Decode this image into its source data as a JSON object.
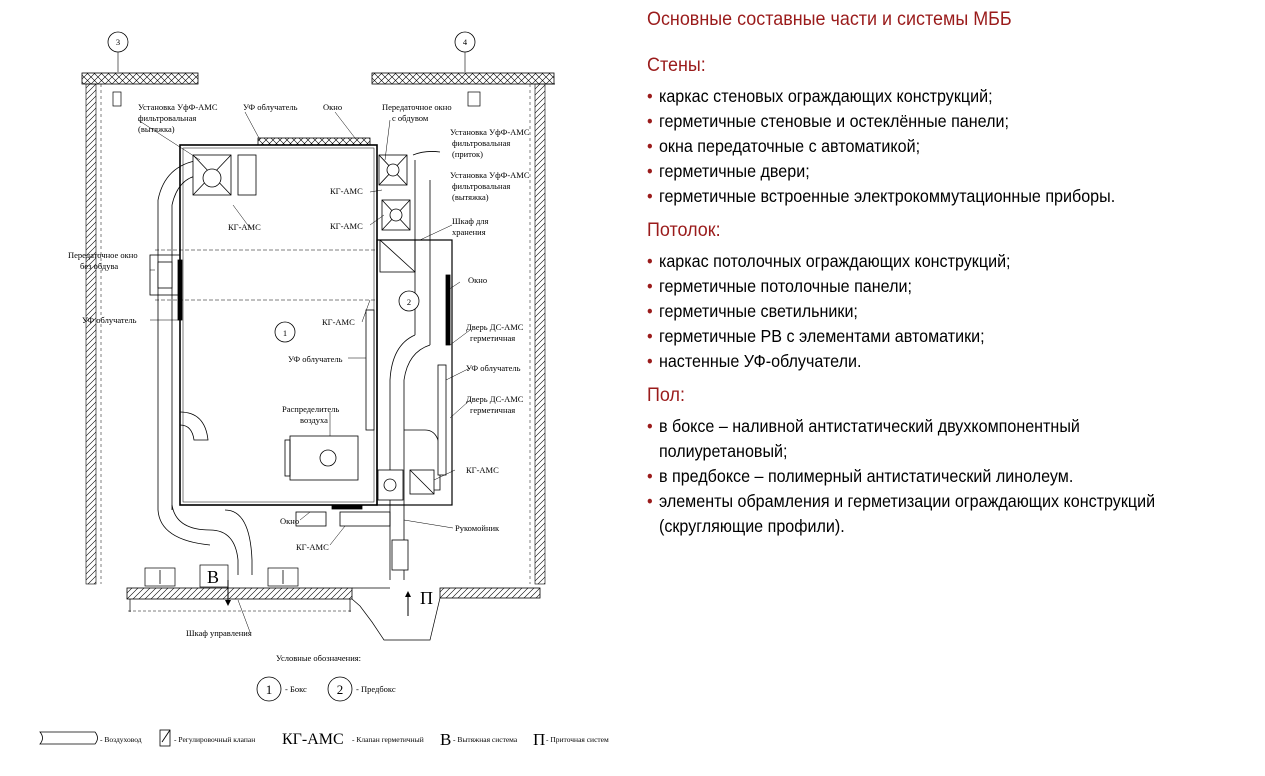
{
  "panel": {
    "title": "Основные составные части и системы МББ",
    "sections": [
      {
        "heading": "Стены:",
        "items": [
          "каркас стеновых ограждающих конструкций;",
          "герметичные стеновые и остеклённые панели;",
          "окна передаточные с автоматикой;",
          "герметичные двери;",
          "герметичные встроенные электрокоммутационные приборы."
        ]
      },
      {
        "heading": "Потолок:",
        "items": [
          "каркас потолочных ограждающих конструкций;",
          "герметичные потолочные панели;",
          "герметичные светильники;",
          "герметичные РВ с элементами автоматики;",
          "настенные УФ-облучатели."
        ]
      },
      {
        "heading": "Пол:",
        "items": [
          "в боксе – наливной антистатический двухкомпонентный полиуретановый;",
          "в предбоксе – полимерный антистатический линолеум.",
          "элементы обрамления и герметизации ограждающих конструкций (скругляющие профили)."
        ]
      }
    ]
  },
  "diagram": {
    "axes": [
      "3",
      "4"
    ],
    "labels": {
      "ufa_exhaust_left": [
        "Установка УфФ-АМС",
        "фильтровальная",
        "(вытяжка)"
      ],
      "uv_top": "УФ облучатель",
      "window_top": "Окно",
      "pass_window_blow": [
        "Передаточное окно",
        "с обдувом"
      ],
      "ufa_supply": [
        "Установка УфФ-АМС",
        "фильтровальная",
        "(приток)"
      ],
      "ufa_exhaust_right": [
        "Установка УфФ-АМС",
        "фильтровальная",
        "(вытяжка)"
      ],
      "kg_ams_1": "КГ-АМС",
      "kg_ams_2": "КГ-АМС",
      "kg_ams_3": "КГ-АМС",
      "kg_ams_4": "КГ-АМС",
      "kg_ams_5": "КГ-АМС",
      "kg_ams_6": "КГ-АМС",
      "storage_cabinet": [
        "Шкаф для",
        "хранения"
      ],
      "pass_window_noblow": [
        "Передаточное окно",
        "без обдува"
      ],
      "uv_left": "УФ облучатель",
      "window_right": "Окно",
      "door_1": [
        "Дверь ДС-АМС",
        "герметичная"
      ],
      "uv_center": "УФ облучатель",
      "uv_right": "УФ облучатель",
      "door_2": [
        "Дверь ДС-АМС",
        "герметичная"
      ],
      "air_distributor": [
        "Распределитель",
        "воздуха"
      ],
      "window_bottom": "Окно",
      "washbasin": "Рукомойник",
      "control_cabinet": "Шкаф управления",
      "room_1": "1",
      "room_2": "2",
      "system_v": "В",
      "system_p": "П"
    },
    "legend": {
      "title": "Условные обозначения:",
      "box_num": "1",
      "box": "- Бокс",
      "prebox_num": "2",
      "prebox": "- Предбокс",
      "duct": "- Воздуховод",
      "valve": "- Регулировочный клапан",
      "kg_symbol": "КГ-АМС",
      "kg_text": "- Клапан герметичный",
      "v_symbol": "В",
      "v_text": "- Вытяжная система",
      "p_symbol": "П",
      "p_text": "- Приточная систем"
    }
  }
}
